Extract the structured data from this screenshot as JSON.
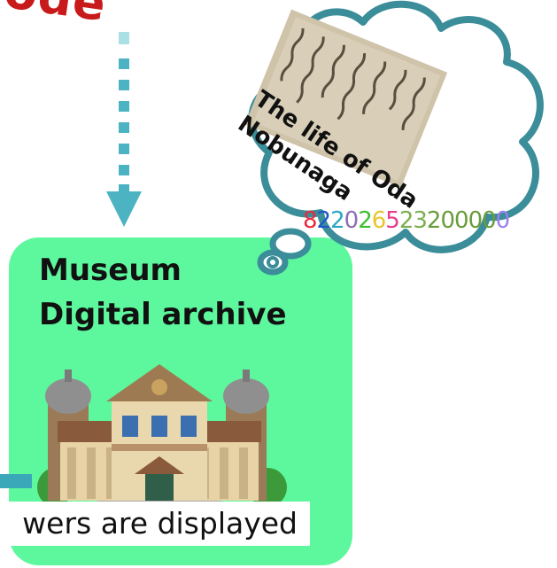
{
  "top_word": "ode",
  "museum": {
    "title_line1": "Museum",
    "title_line2": "Digital archive"
  },
  "caption": "wers are displayed",
  "document": {
    "title_line1": "The life of Oda",
    "title_line2": "Nobunaga"
  },
  "isbn": {
    "digits": [
      {
        "d": "8",
        "color": "#e82b3b"
      },
      {
        "d": "2",
        "color": "#1f57c9"
      },
      {
        "d": "2",
        "color": "#2aa6c5"
      },
      {
        "d": "0",
        "color": "#8a6fb5"
      },
      {
        "d": "2",
        "color": "#3cbf2e"
      },
      {
        "d": "6",
        "color": "#e8c62b"
      },
      {
        "d": "5",
        "color": "#e83b8a"
      },
      {
        "d": "2",
        "color": "#7bb050"
      },
      {
        "d": "3",
        "color": "#7bb050"
      },
      {
        "d": "2",
        "color": "#6a9c3c"
      },
      {
        "d": "0",
        "color": "#6a9c3c"
      },
      {
        "d": "0",
        "color": "#6a9c3c"
      },
      {
        "d": "0",
        "color": "#6a9c3c"
      },
      {
        "d": "0",
        "color": "#6a9c3c"
      },
      {
        "d": "0",
        "color": "#9b7ff0"
      }
    ]
  },
  "colors": {
    "card": "#5df79d",
    "arrow": "#4bb3c2",
    "bubble_stroke": "#3a8d99",
    "title_red": "#c81a1a"
  },
  "icons": {
    "building": "museum-building-icon",
    "document": "old-scroll-icon",
    "bubble": "thought-bubble-icon"
  }
}
